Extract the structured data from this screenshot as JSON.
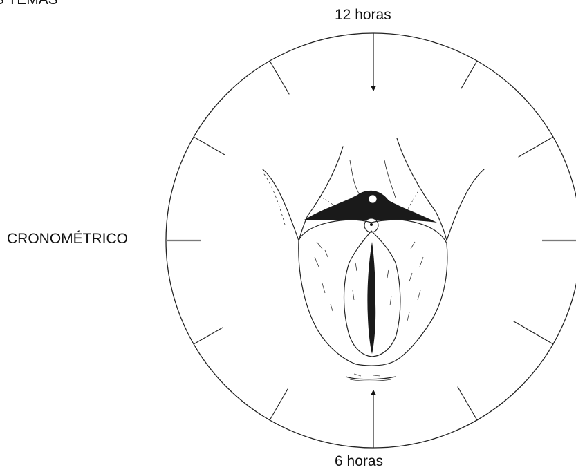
{
  "heading_fragment": "S TEMAS",
  "labels": {
    "top": "12 horas",
    "bottom": "6 horas",
    "left": "CRONOMÉTRICO"
  },
  "colors": {
    "ink": "#111111",
    "background": "#ffffff",
    "tick_gray": "#7a7a7a"
  }
}
